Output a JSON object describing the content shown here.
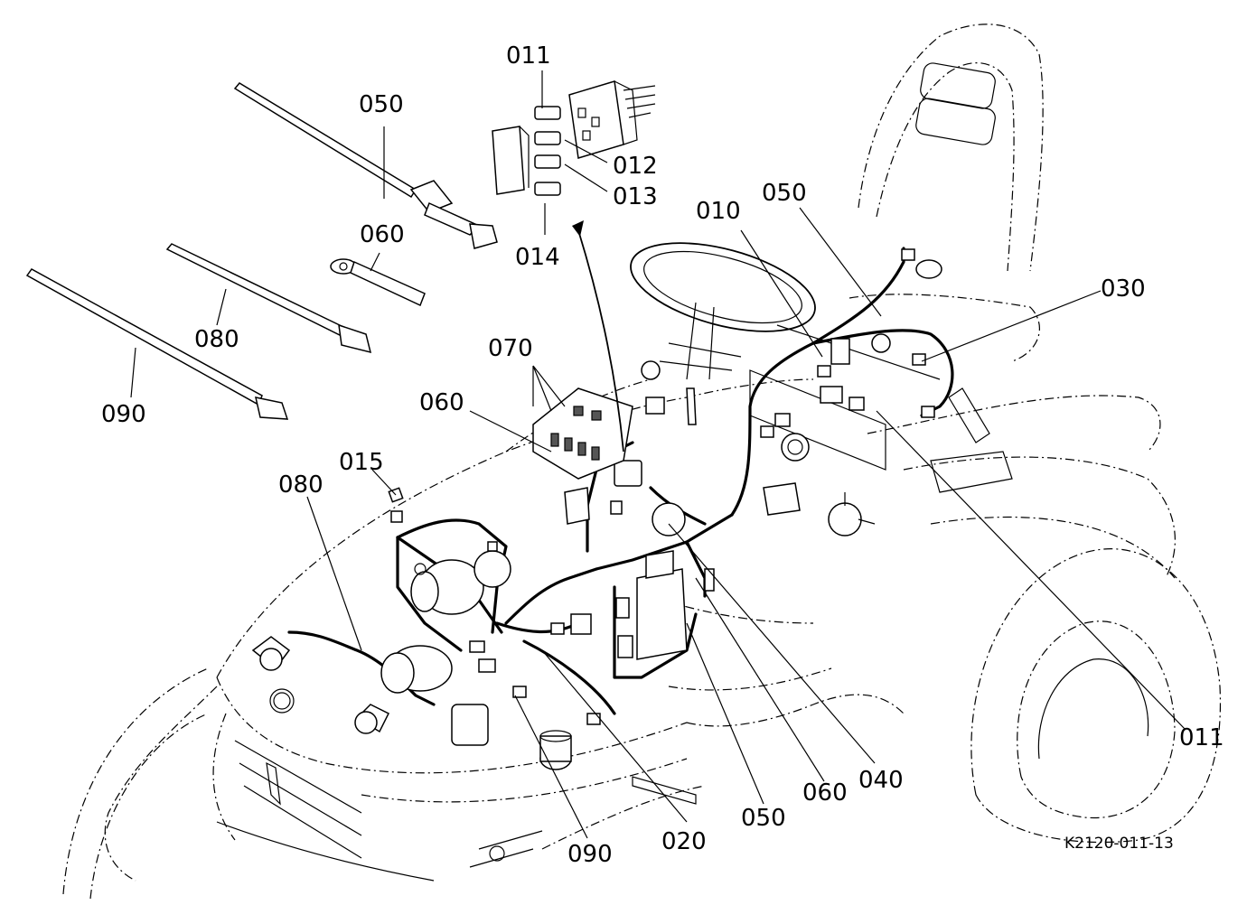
{
  "diagram": {
    "drawing_code": "K2120-011-13",
    "callouts": {
      "c011_fuse_top": "011",
      "c012": "012",
      "c013": "013",
      "c014": "014",
      "c050_tie": "050",
      "c060_terminal": "060",
      "c080_tie": "080",
      "c090_tie": "090",
      "c070": "070",
      "c060_dash": "060",
      "c015": "015",
      "c080_left": "080",
      "c010": "010",
      "c050_right": "050",
      "c030": "030",
      "c011_right": "011",
      "c040": "040",
      "c060_bottom": "060",
      "c050_bottom": "050",
      "c020": "020",
      "c090_bottom": "090"
    }
  }
}
